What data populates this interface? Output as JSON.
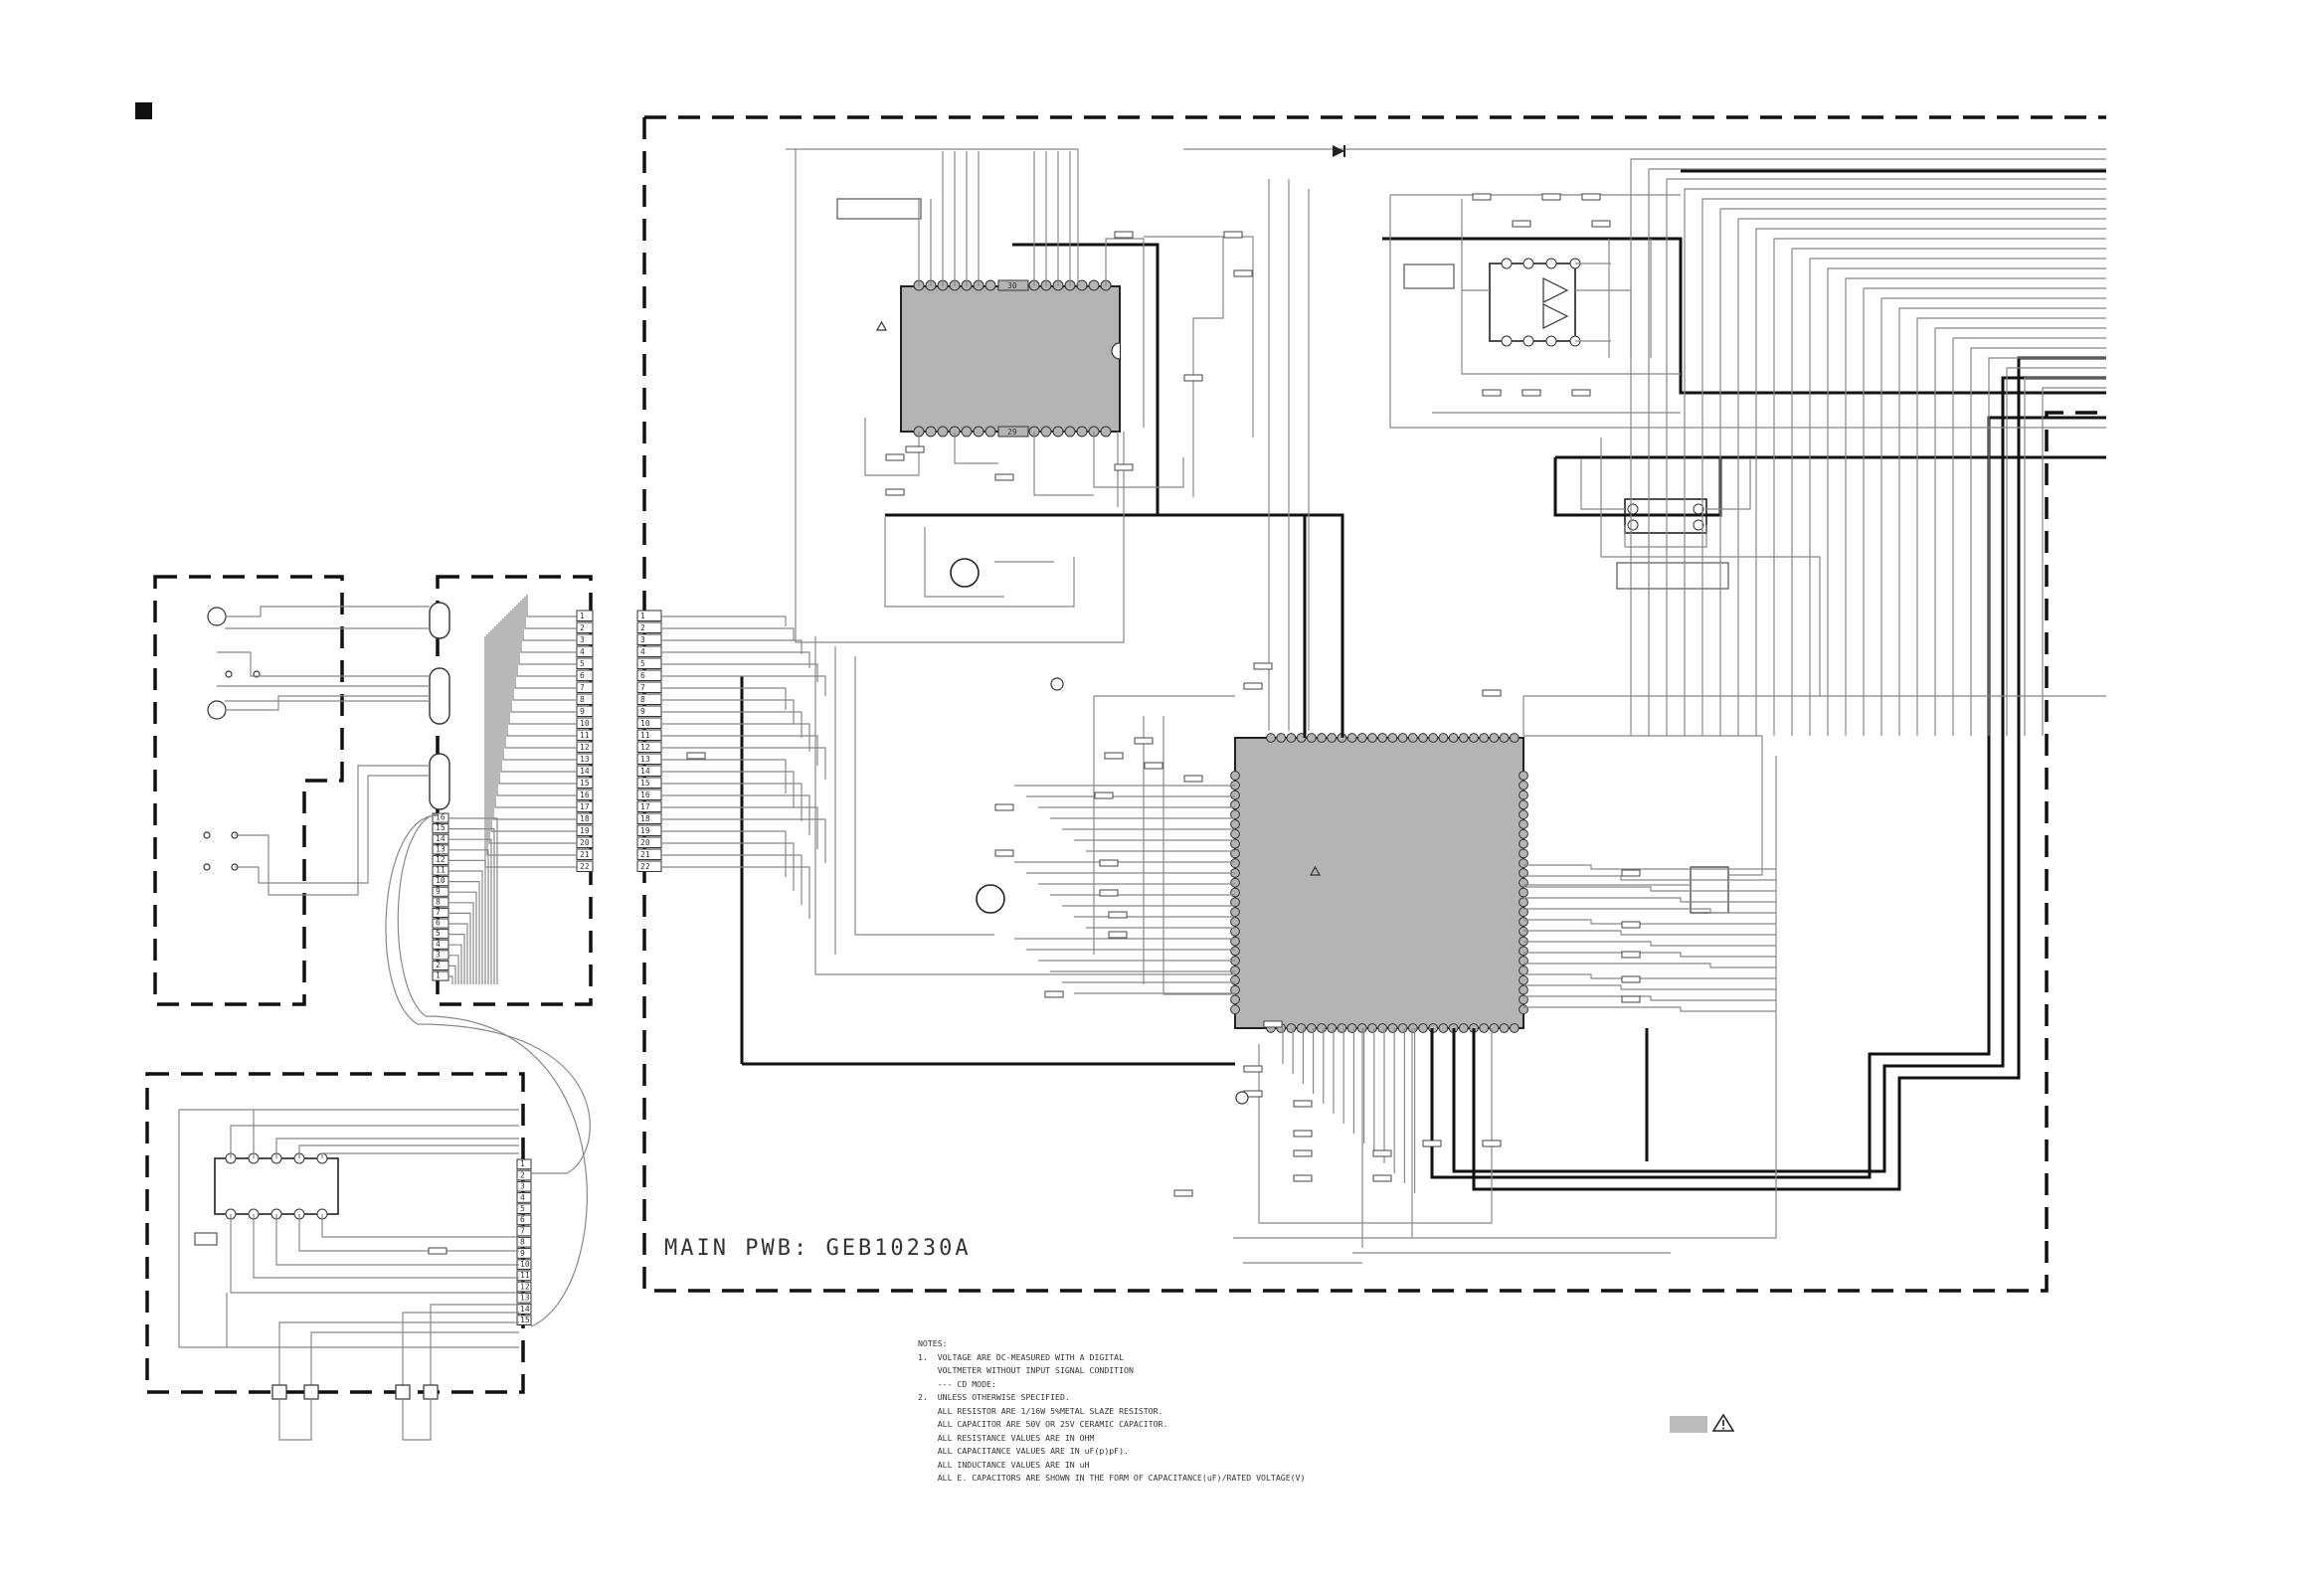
{
  "board_title": "MAIN PWB: GEB10230A",
  "notes": {
    "lines": [
      "NOTES:",
      "1.  VOLTAGE ARE DC-MEASURED WITH A DIGITAL",
      "    VOLTMETER WITHOUT INPUT SIGNAL CONDITION",
      "    --- CD MODE:",
      "2.  UNLESS OTHERWISE SPECIFIED.",
      "    ALL RESISTOR ARE 1/16W 5%METAL SLAZE RESISTOR.",
      "    ALL CAPACITOR ARE 50V OR 25V CERAMIC CAPACITOR.",
      "    ALL RESISTANCE VALUES ARE IN OHM",
      "    ALL CAPACITANCE VALUES ARE IN uF(p)pF).",
      "    ALL INDUCTANCE VALUES ARE IN uH",
      "    ALL E. CAPACITORS ARE SHOWN IN THE FORM OF CAPACITANCE(uF)/RATED VOLTAGE(V)"
    ]
  },
  "connectors": {
    "main_input_pins": [
      "1",
      "2",
      "3",
      "4",
      "5",
      "6",
      "7",
      "8",
      "9",
      "10",
      "11",
      "12",
      "13",
      "14",
      "15",
      "16",
      "17",
      "18",
      "19",
      "20",
      "21",
      "22"
    ],
    "right_header_pins": [
      "1",
      "2",
      "3",
      "4",
      "5",
      "6",
      "7",
      "8",
      "9",
      "10",
      "11",
      "12",
      "13",
      "14",
      "15",
      "16",
      "17",
      "18",
      "19",
      "20",
      "21",
      "22"
    ],
    "ribbon_pins": [
      "16",
      "15",
      "14",
      "13",
      "12",
      "11",
      "10",
      "9",
      "8",
      "7",
      "6",
      "5",
      "4",
      "3",
      "2",
      "1"
    ],
    "sub_board_pins": [
      "1",
      "2",
      "3",
      "4",
      "5",
      "6",
      "7",
      "8",
      "9",
      "10",
      "11",
      "12",
      "13",
      "14",
      "15"
    ]
  },
  "chips": {
    "ic1_top_center_pin": "30",
    "ic1_bottom_center_pin": "29"
  },
  "colors": {
    "ic_fill": "#b4b4b4",
    "wire": "#888888",
    "bus": "#111111"
  }
}
